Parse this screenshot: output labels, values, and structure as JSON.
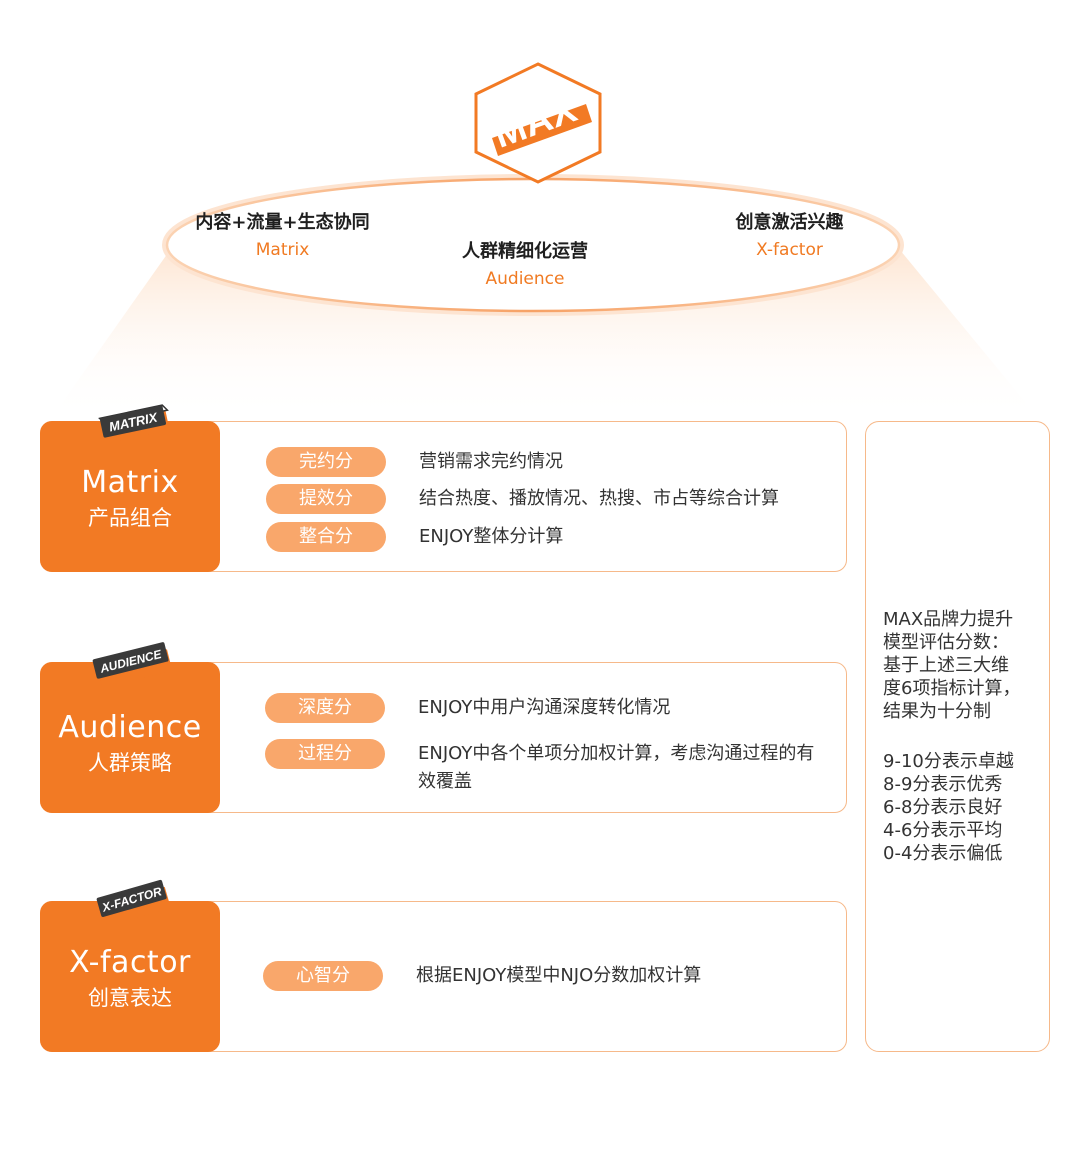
{
  "logo": {
    "text": "MAX"
  },
  "ellipse": {
    "left": {
      "title": "内容+流量+生态协同",
      "subtitle": "Matrix"
    },
    "center": {
      "title": "人群精细化运营",
      "subtitle": "Audience"
    },
    "right": {
      "title": "创意激活兴趣",
      "subtitle": "X-factor"
    }
  },
  "rows": [
    {
      "badge": "MATRIX",
      "title_en": "Matrix",
      "title_zh": "产品组合",
      "items": [
        {
          "pill": "完约分",
          "desc": "营销需求完约情况"
        },
        {
          "pill": "提效分",
          "desc": "结合热度、播放情况、热搜、市占等综合计算"
        },
        {
          "pill": "整合分",
          "desc": "ENJOY整体分计算"
        }
      ]
    },
    {
      "badge": "AUDIENCE",
      "title_en": "Audience",
      "title_zh": "人群策略",
      "items": [
        {
          "pill": "深度分",
          "desc": "ENJOY中用户沟通深度转化情况"
        },
        {
          "pill": "过程分",
          "desc": "ENJOY中各个单项分加权计算，考虑沟通过程的有效覆盖"
        }
      ]
    },
    {
      "badge": "X-FACTOR",
      "title_en": "X-factor",
      "title_zh": "创意表达",
      "items": [
        {
          "pill": "心智分",
          "desc": "根据ENJOY模型中NJO分数加权计算"
        }
      ]
    }
  ],
  "side": {
    "line1": "MAX品牌力提升",
    "line2": "模型评估分数：",
    "line3": "基于上述三大维",
    "line4": "度6项指标计算，",
    "line5": "结果为十分制",
    "scale": [
      "9-10分表示卓越",
      "8-9分表示优秀",
      "6-8分表示良好",
      "4-6分表示平均",
      "0-4分表示偏低"
    ]
  },
  "colors": {
    "accent": "#f27a24",
    "pill": "#f9a76b",
    "border": "#f6b98a"
  }
}
